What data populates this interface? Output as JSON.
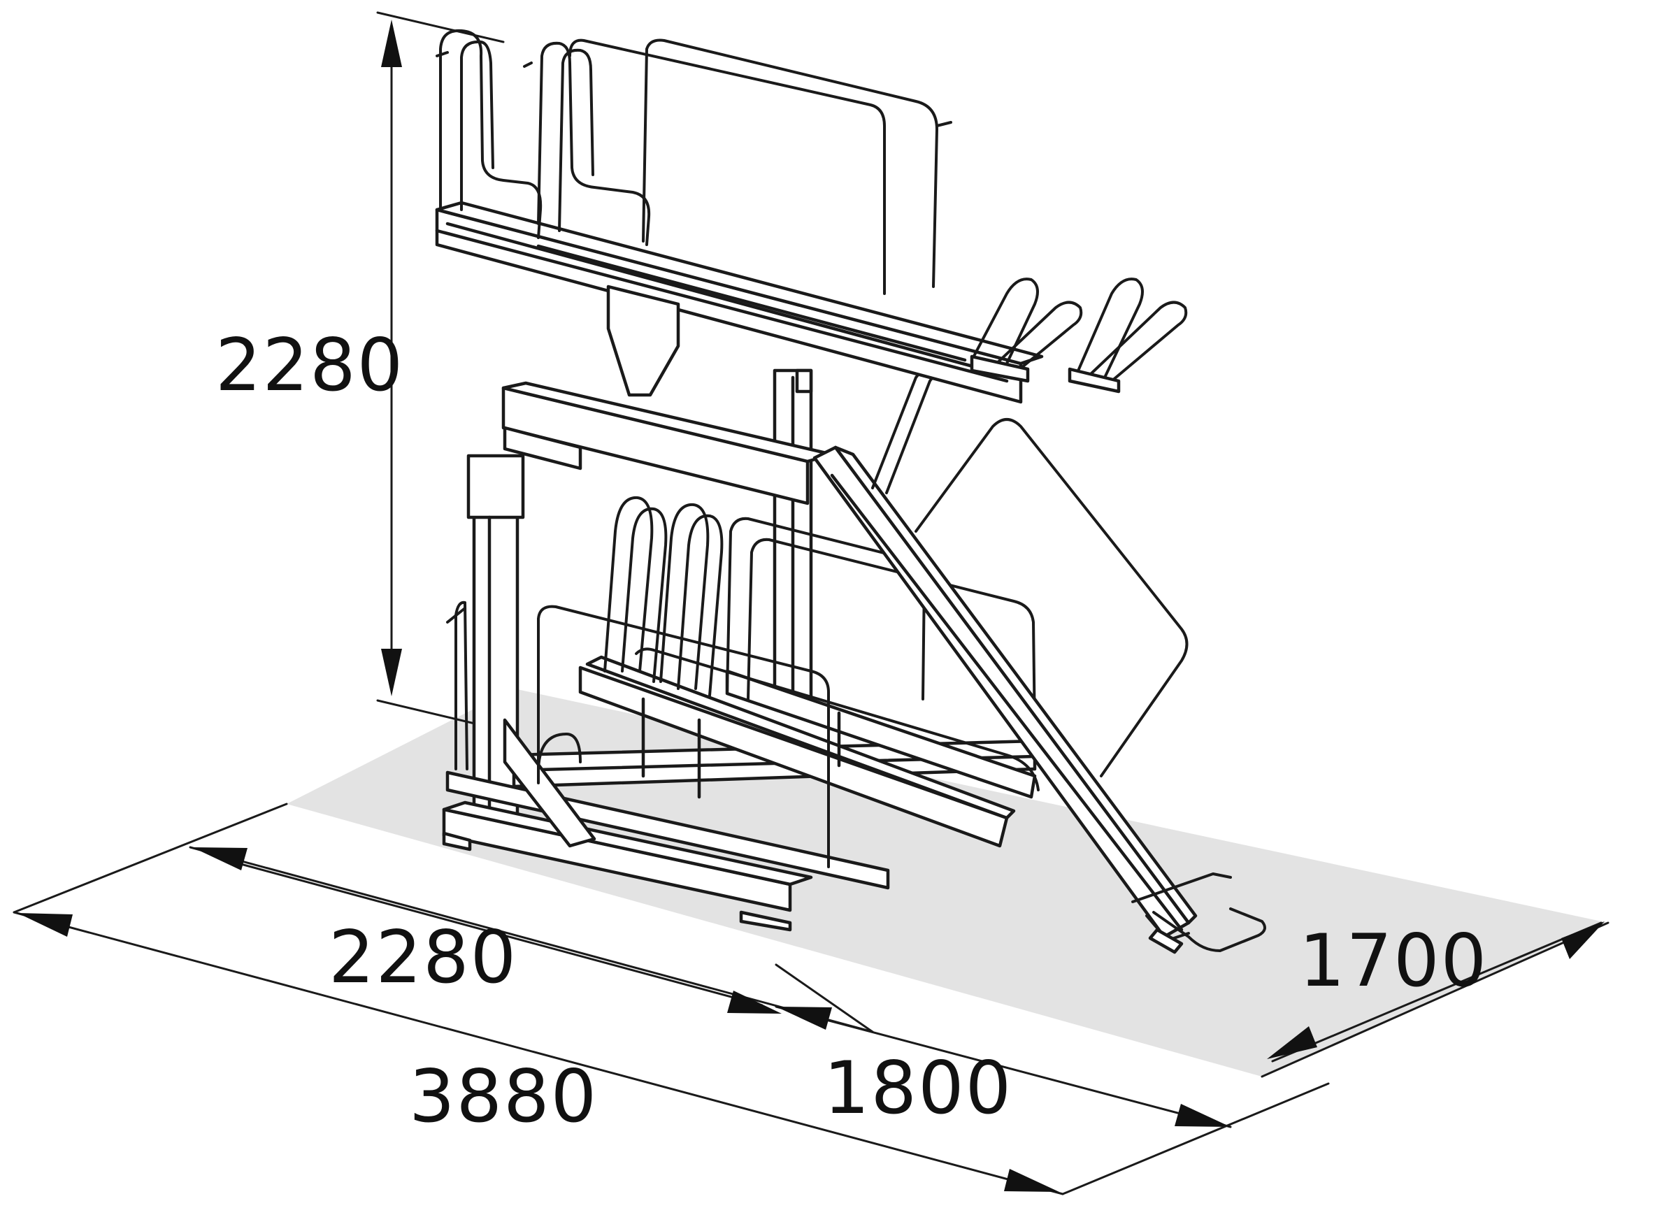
{
  "diagram": {
    "dimensions": {
      "height_label": "2280",
      "depth_front_label": "2280",
      "depth_extension_label": "1800",
      "total_length_label": "3880",
      "width_label": "1700"
    },
    "colors": {
      "floor_shadow": "#e3e3e3",
      "line": "#1a1a1a",
      "background": "#ffffff"
    }
  }
}
